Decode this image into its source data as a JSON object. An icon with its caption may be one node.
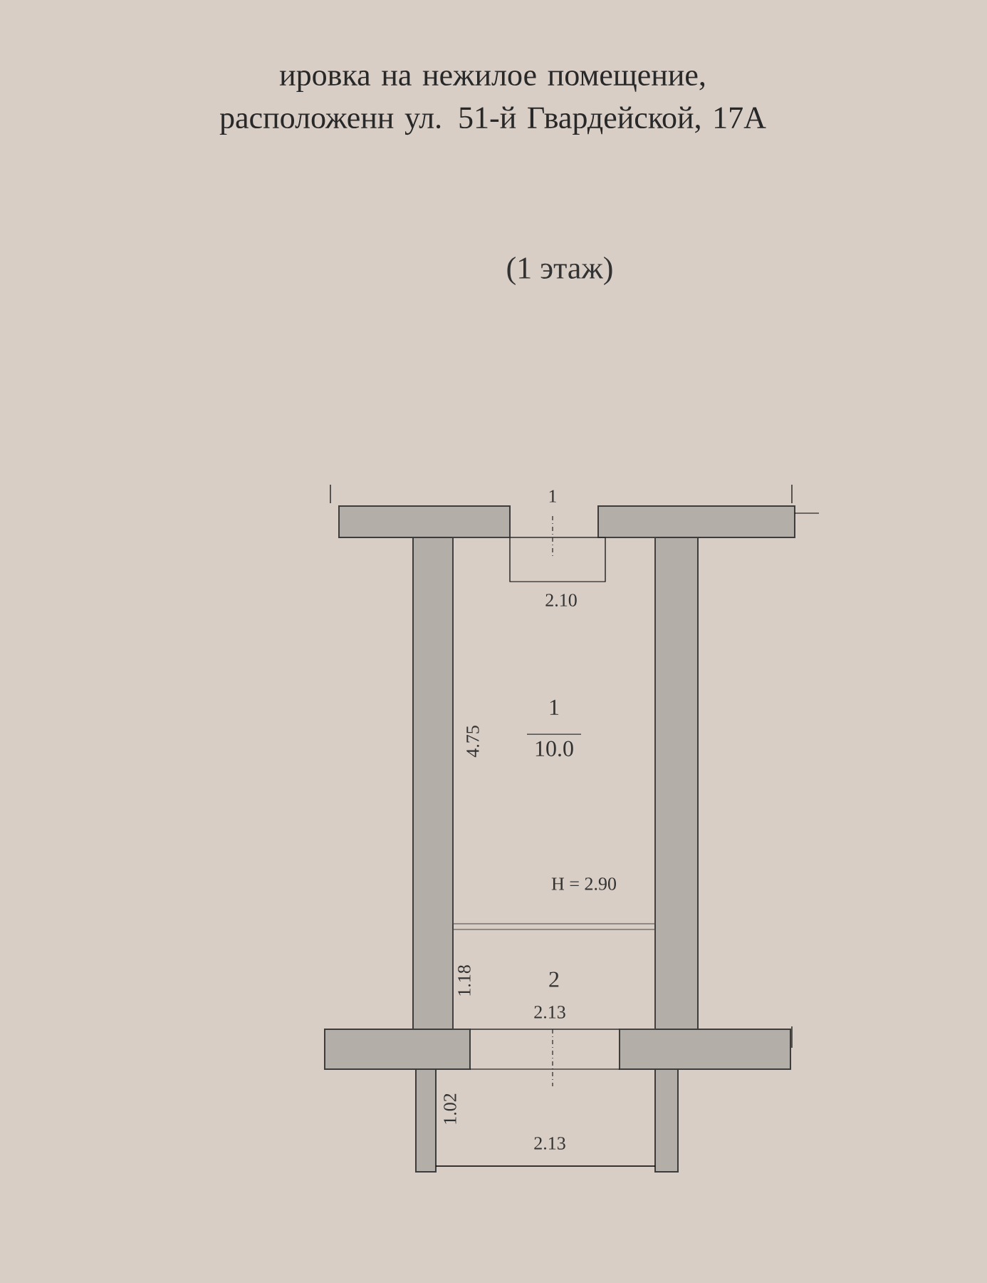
{
  "diagram": {
    "title": "ировка на нежилое помещение, расположенн ул. 51-й Гвардейской, 17А",
    "nodes": [
      {
        "text": [
          "1",
          "10.0"
        ]
      },
      {
        "text": [
          "2"
        ]
      }
    ],
    "labels": [
      "(1 этаж)",
      "1",
      "2.10",
      "4.75",
      "H = 2.90",
      "1.18",
      "2.13",
      "1.02",
      "2.13"
    ]
  }
}
